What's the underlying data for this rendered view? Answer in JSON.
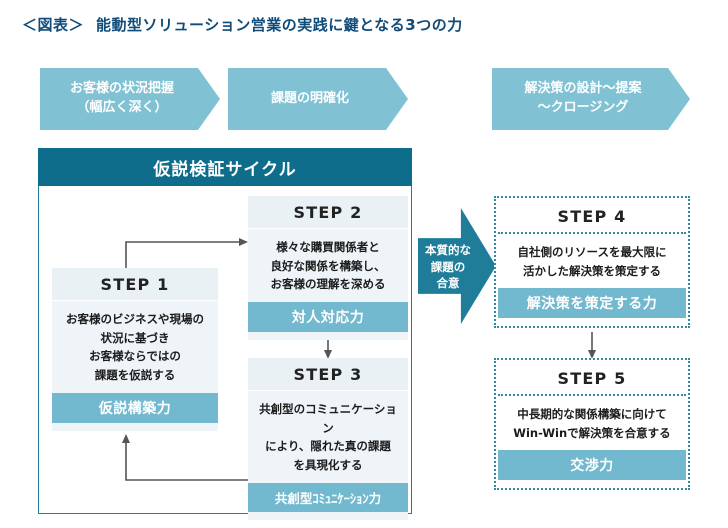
{
  "title": {
    "tag": "＜図表＞",
    "text": "能動型ソリューション営業の実践に鍵となる3つの力"
  },
  "colors": {
    "title": "#0f4c7a",
    "chevron": "#80c2d4",
    "panel_header": "#0e6d8a",
    "panel_border": "#1f7d99",
    "step_head_bg": "#e9f1f4",
    "step_body_bg": "#eef4f7",
    "badge": "#72b8cf",
    "arrow": "#1f7d99",
    "dotted_border": "#2f88a8",
    "connector": "#555555"
  },
  "phases": [
    {
      "id": "chev-1",
      "label": "お客様の状況把握\n（幅広く深く）"
    },
    {
      "id": "chev-2",
      "label": "課題の明確化"
    },
    {
      "id": "chev-3",
      "label": "解決策の設計〜提案\n〜クロージング"
    }
  ],
  "cycle": {
    "header": "仮説検証サイクル"
  },
  "agreement_arrow": {
    "label": "本質的な\n課題の\n合意"
  },
  "steps": [
    {
      "id": "step-1",
      "head": "STEP 1",
      "body": "お客様のビジネスや現場の\n状況に基づき\nお客様ならではの\n課題を仮説する",
      "badge": "仮説構築力"
    },
    {
      "id": "step-2",
      "head": "STEP 2",
      "body": "様々な購買関係者と\n良好な関係を構築し、\nお客様の理解を深める",
      "badge": "対人対応力"
    },
    {
      "id": "step-3",
      "head": "STEP 3",
      "body": "共創型のコミュニケーション\nにより、隠れた真の課題\nを具現化する",
      "badge": "共創型ｺﾐｭﾆｹｰｼｮﾝ力"
    },
    {
      "id": "step-4",
      "head": "STEP 4",
      "body": "自社側のリソースを最大限に\n活かした解決策を策定する",
      "badge": "解決策を策定する力"
    },
    {
      "id": "step-5",
      "head": "STEP 5",
      "body": "中長期的な関係構築に向けて\nWin-Winで解決策を合意する",
      "badge": "交渉力"
    }
  ]
}
